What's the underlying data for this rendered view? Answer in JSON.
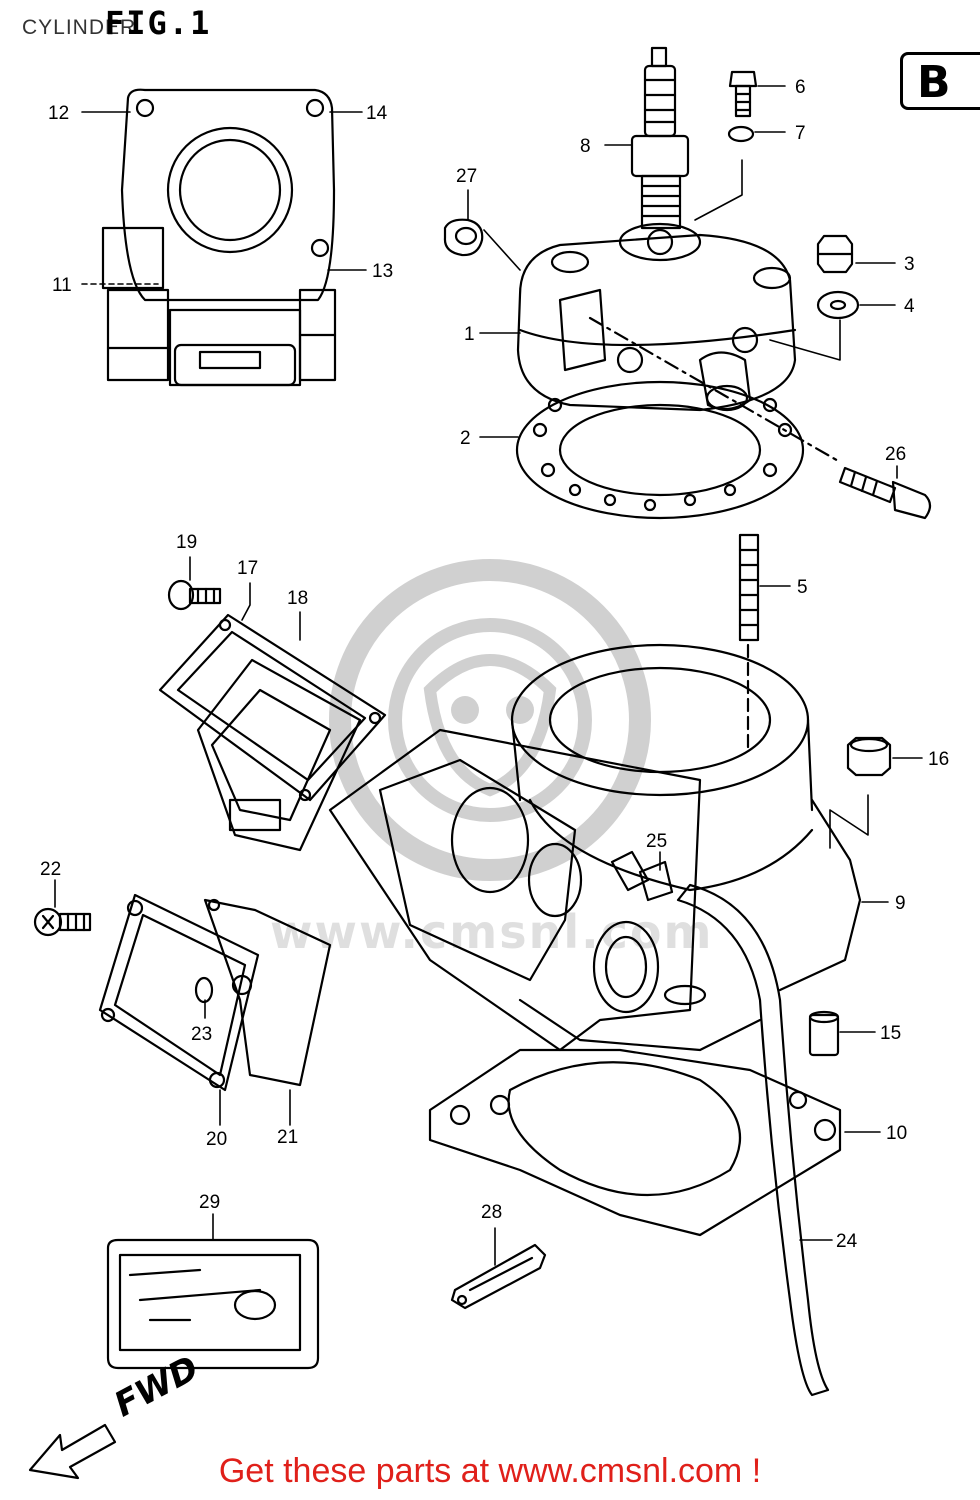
{
  "header": {
    "title": "CYLINDER",
    "figure": "FIG.1",
    "section_badge": "B"
  },
  "watermark": {
    "url": "www.cmsnl.com"
  },
  "fwd_label": "FWD",
  "footer": {
    "text": "Get these parts at www.cmsnl.com !",
    "color": "#e0201a"
  },
  "callouts": [
    "1",
    "2",
    "3",
    "4",
    "5",
    "6",
    "7",
    "8",
    "9",
    "10",
    "11",
    "12",
    "13",
    "14",
    "15",
    "16",
    "17",
    "18",
    "19",
    "20",
    "21",
    "22",
    "23",
    "24",
    "25",
    "26",
    "27",
    "28",
    "29"
  ]
}
